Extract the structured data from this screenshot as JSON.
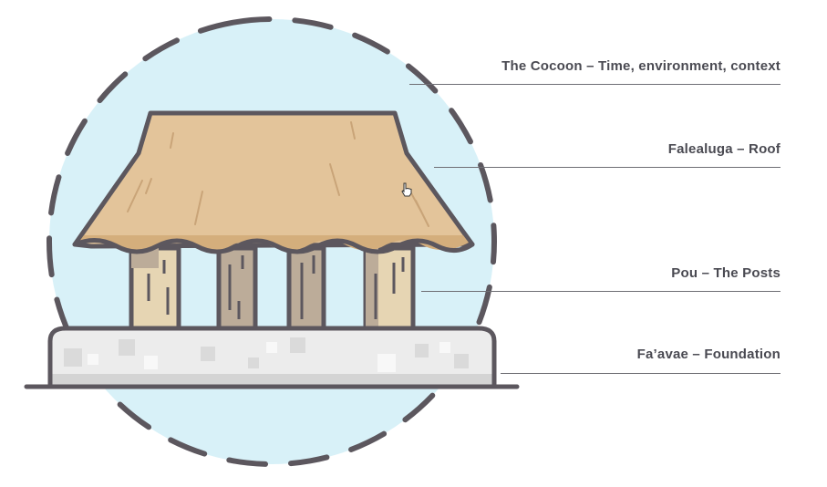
{
  "labels": {
    "cocoon": "The Cocoon – Time, environment, context",
    "roof": "Falealuga – Roof",
    "posts": "Pou – The Posts",
    "foundation": "Fa’avae – Foundation"
  },
  "colors": {
    "cocoon_fill": "#d8f1f8",
    "outline": "#5c575e",
    "roof": "#e3c49a",
    "roof_shadow": "#d4ae7c",
    "post_light": "#e6d5b3",
    "post_dark": "#bcac99",
    "foundation": "#ececec",
    "foundation_base": "#d4d4d4",
    "text": "#4a4a52"
  },
  "icons": {
    "cursor": "hand-pointer-icon"
  }
}
